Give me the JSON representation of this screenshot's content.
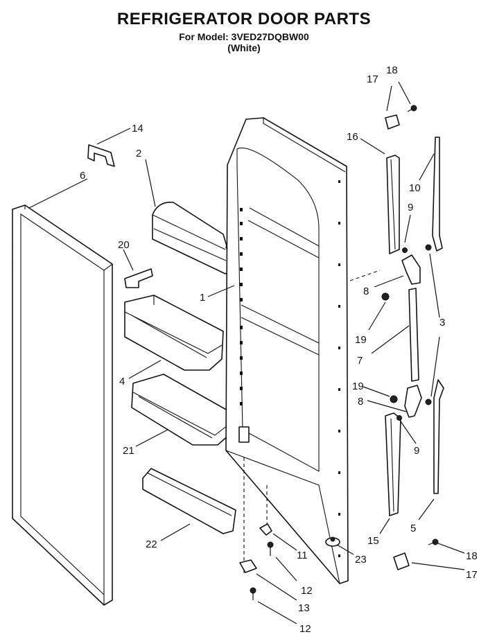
{
  "header": {
    "title": "REFRIGERATOR DOOR PARTS",
    "model_line": "For Model: 3VED27DQBW00",
    "color_line": "(White)"
  },
  "callouts": {
    "c1": "1",
    "c2": "2",
    "c3": "3",
    "c4": "4",
    "c5": "5",
    "c6": "6",
    "c7": "7",
    "c8a": "8",
    "c8b": "8",
    "c9a": "9",
    "c9b": "9",
    "c10": "10",
    "c11": "11",
    "c12a": "12",
    "c12b": "12",
    "c13": "13",
    "c14": "14",
    "c15": "15",
    "c16": "16",
    "c17a": "17",
    "c17b": "17",
    "c18a": "18",
    "c18b": "18",
    "c19a": "19",
    "c19b": "19",
    "c20": "20",
    "c21": "21",
    "c22": "22",
    "c23": "23"
  }
}
